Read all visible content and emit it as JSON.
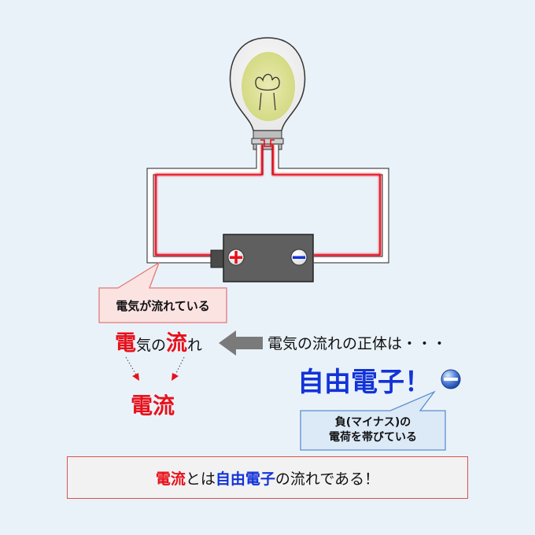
{
  "callout_top": {
    "text": "電気が流れている"
  },
  "denryu_phrase": {
    "part1": "電",
    "part2": "気の",
    "part3": "流",
    "part4": "れ"
  },
  "identity_text": "電気の流れの正体は・・・",
  "denryu_word": "電流",
  "free_electron_text": "自由電子！",
  "negative_callout": {
    "line1": "負(マイナス)の",
    "line2": "電荷を帯びている"
  },
  "summary": {
    "part1": "電流",
    "part2": "とは",
    "part3": "自由電子",
    "part4": "の流れである！"
  },
  "colors": {
    "background": "#eaf2f9",
    "wire_glow": "#e8101a",
    "emphasis_red": "#e8101a",
    "emphasis_blue": "#1233d8",
    "battery_gray": "#5d5d5d"
  },
  "icons": {
    "bulb": "light-bulb-icon",
    "battery": "battery-icon",
    "plus": "plus-terminal-icon",
    "minus": "minus-terminal-icon",
    "electron": "electron-icon",
    "arrow": "left-arrow-icon"
  }
}
